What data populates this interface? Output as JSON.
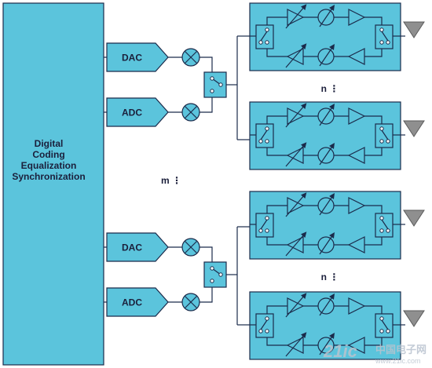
{
  "main_block": {
    "lines": [
      "Digital",
      "Coding",
      "Equalization",
      "Synchronization"
    ]
  },
  "converters": {
    "dac_label": "DAC",
    "adc_label": "ADC"
  },
  "markers": {
    "m_label": "m ⋮",
    "n_label": "n ⋮"
  },
  "watermark": {
    "cn_text": "中国电子网",
    "en_text": "www.21ic.com",
    "logo_text": "21ic"
  },
  "colors": {
    "block_fill": "#5bc4dc",
    "line": "#1b2b4b",
    "antenna": "#8f8f8f",
    "background": "#ffffff"
  }
}
